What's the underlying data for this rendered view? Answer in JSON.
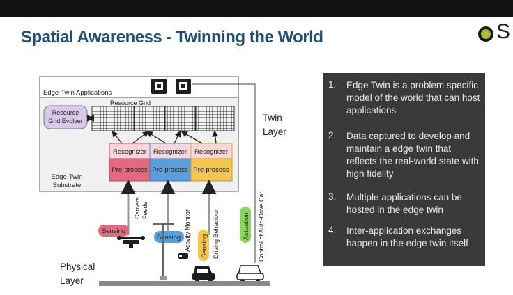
{
  "slide": {
    "title": "Spatial Awareness - Twinning the World",
    "logo_letter": "S"
  },
  "diagram": {
    "edge_twin_applications": "Edge-Twin Applications",
    "resource_grid": "Resource Grid",
    "resource_grid_evolver": [
      "Resource",
      "Grid Evolver"
    ],
    "recognizer": "Recognizer",
    "preprocess": "Pre-process",
    "edge_twin_substrate": [
      "Edge-Twin",
      "Substrate"
    ],
    "twin_layer": [
      "Twin",
      "Layer"
    ],
    "physical_layer": [
      "Physical",
      "Layer"
    ],
    "camera_feeds": [
      "Camera",
      "Feeds"
    ],
    "activity_monitor": "Activity Monitor",
    "driving_behaviour": "Driving Behaviour",
    "control_auto_drive": "Control of Auto-Drive Car",
    "sensing": "Sensing",
    "actuation": "Actuation",
    "colors": {
      "recognizer_fill": "#f8d7dc",
      "preprocess_red": "#e36a7e",
      "preprocess_blue": "#5b9ed9",
      "preprocess_yellow": "#f5c551",
      "sensing_pink": "#e36a7e",
      "sensing_blue": "#5b9ed9",
      "sensing_yellow": "#f5c551",
      "actuation_green": "#8cd35f",
      "evolver_fill": "#d9c8ea"
    }
  },
  "panel": {
    "items": [
      {
        "num": "1.",
        "text": "Edge Twin is a problem specific model of the world that can host applications"
      },
      {
        "num": "2.",
        "text": "Data captured to develop and maintain a edge twin that reflects the real-world state with high fidelity"
      },
      {
        "num": "3.",
        "text": "Multiple applications can be hosted in the edge twin"
      },
      {
        "num": "4.",
        "text": "Inter-application exchanges happen in the edge twin itself"
      }
    ]
  }
}
